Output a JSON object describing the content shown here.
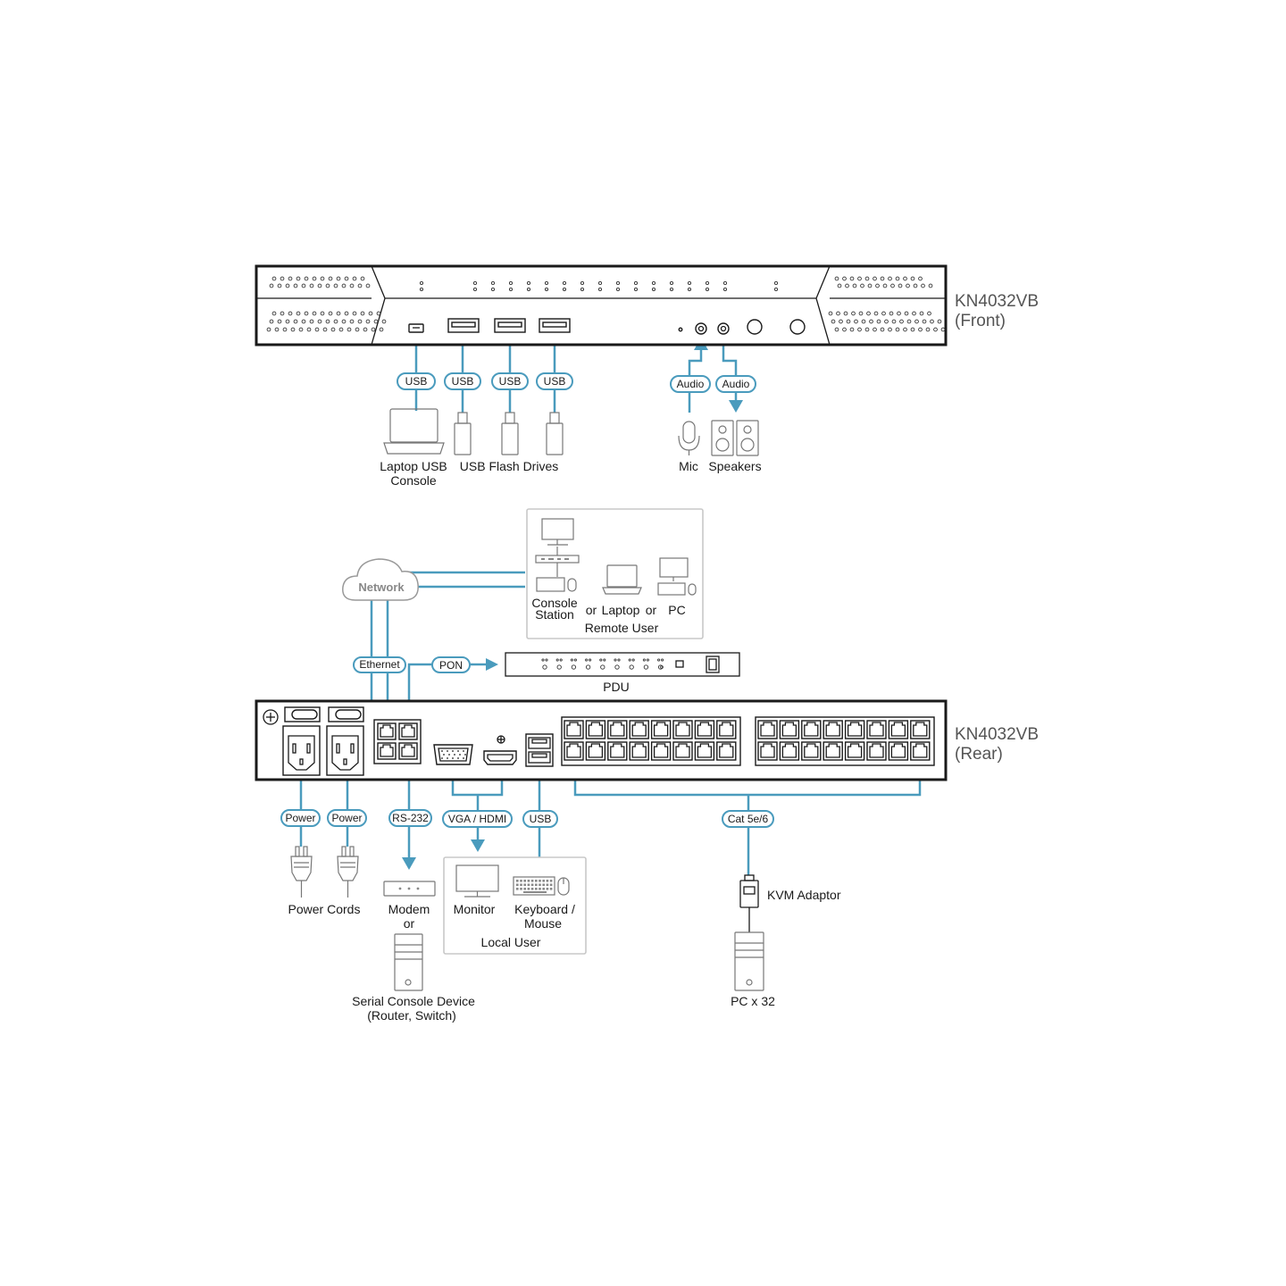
{
  "colors": {
    "cable": "#4a9bbd",
    "device_stroke": "#1a1a1a",
    "icon_gray": "#777777",
    "box_border": "#c8c8c8"
  },
  "front": {
    "model_line1": "KN4032VB",
    "model_line2": "(Front)",
    "pills": {
      "usb": "USB",
      "audio": "Audio"
    },
    "labels": {
      "laptop_l1": "Laptop USB",
      "laptop_l2": "Console",
      "flash": "USB Flash Drives",
      "mic": "Mic",
      "speakers": "Speakers"
    }
  },
  "remote": {
    "network": "Network",
    "console_l1": "Console",
    "console_l2": "Station",
    "or1": "or",
    "laptop": "Laptop",
    "or2": "or",
    "pc": "PC",
    "title": "Remote User"
  },
  "pdu": {
    "label": "PDU"
  },
  "rear": {
    "model_line1": "KN4032VB",
    "model_line2": "(Rear)",
    "pills": {
      "ethernet": "Ethernet",
      "pon": "PON",
      "power": "Power",
      "rs232": "RS-232",
      "vga_hdmi": "VGA / HDMI",
      "usb": "USB",
      "cat": "Cat 5e/6"
    },
    "labels": {
      "power_cords": "Power Cords",
      "modem": "Modem",
      "or": "or",
      "serial_l1": "Serial Console Device",
      "serial_l2": "(Router, Switch)",
      "monitor": "Monitor",
      "kbd_l1": "Keyboard /",
      "kbd_l2": "Mouse",
      "local_user": "Local User",
      "kvm_adaptor": "KVM Adaptor",
      "pc32": "PC x 32"
    }
  }
}
